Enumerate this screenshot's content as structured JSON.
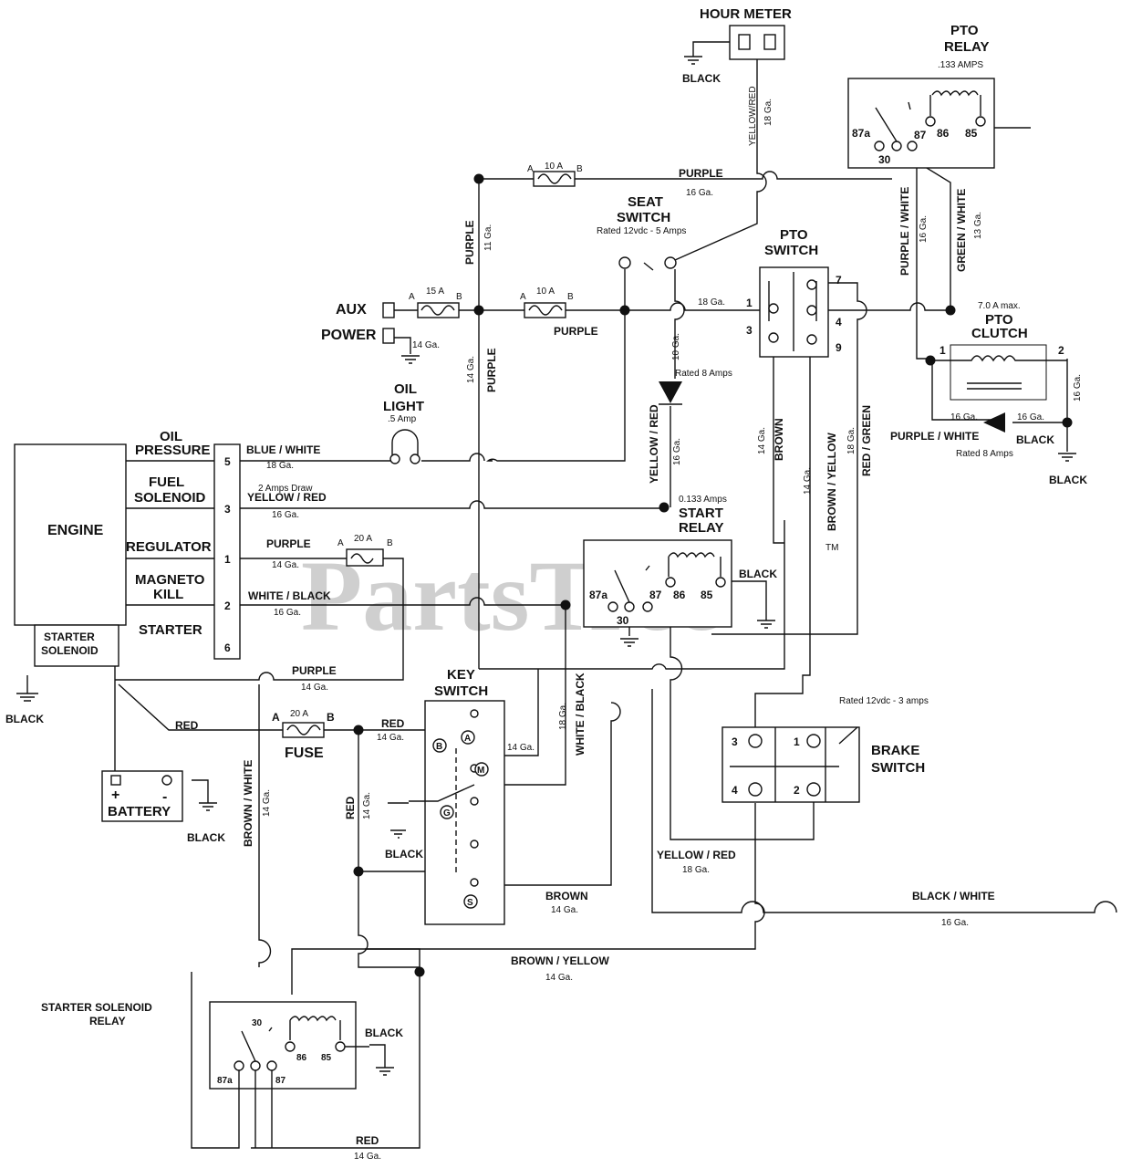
{
  "watermark": {
    "text": "PartsTree",
    "tm": "TM"
  },
  "components": {
    "hour_meter": "HOUR METER",
    "pto_relay": [
      "PTO",
      "RELAY"
    ],
    "pto_relay_amps": ".133 AMPS",
    "seat_switch": [
      "SEAT",
      "SWITCH"
    ],
    "seat_switch_rating": "Rated 12vdc - 5 Amps",
    "pto_switch": [
      "PTO",
      "SWITCH"
    ],
    "pto_clutch": [
      "PTO",
      "CLUTCH"
    ],
    "pto_clutch_amps": "7.0 A max.",
    "aux": "AUX",
    "power": "POWER",
    "oil_light": [
      "OIL",
      "LIGHT"
    ],
    "oil_light_amps": ".5 Amp",
    "engine": "ENGINE",
    "starter_solenoid": [
      "STARTER",
      "SOLENOID"
    ],
    "start_relay": [
      "START",
      "RELAY"
    ],
    "start_relay_amps": "0.133 Amps",
    "key_switch": [
      "KEY",
      "SWITCH"
    ],
    "brake_switch": [
      "BRAKE",
      "SWITCH"
    ],
    "brake_switch_rating": "Rated 12vdc - 3 amps",
    "battery": "BATTERY",
    "fuse": "FUSE",
    "starter_solenoid_relay": [
      "STARTER SOLENOID",
      "RELAY"
    ],
    "diode_rating": "Rated 8 Amps",
    "diode2_rating": "Rated 8 Amps"
  },
  "engine_terminals": [
    {
      "name": [
        "OIL",
        "PRESSURE"
      ],
      "pin": "5"
    },
    {
      "name": [
        "FUEL",
        "SOLENOID"
      ],
      "pin": "3"
    },
    {
      "name": [
        "REGULATOR"
      ],
      "pin": "1"
    },
    {
      "name": [
        "MAGNETO",
        "KILL"
      ],
      "pin": "2"
    },
    {
      "name": [
        "STARTER"
      ],
      "pin": "6"
    }
  ],
  "fuses": {
    "f10a_top": {
      "rating": "10 A",
      "a": "A",
      "b": "B"
    },
    "f15a": {
      "rating": "15 A",
      "a": "A",
      "b": "B"
    },
    "f10a_mid": {
      "rating": "10 A",
      "a": "A",
      "b": "B"
    },
    "f20a_reg": {
      "rating": "20 A",
      "a": "A",
      "b": "B"
    },
    "f20a_batt": {
      "rating": "20 A",
      "a": "A",
      "b": "B"
    }
  },
  "relay_pins": {
    "p87a": "87a",
    "p30": "30",
    "p87": "87",
    "p86": "86",
    "p85": "85"
  },
  "pto_switch_pins": {
    "p1": "1",
    "p3": "3",
    "p7": "7",
    "p4": "4",
    "p9": "9"
  },
  "pto_clutch_pins": {
    "p1": "1",
    "p2": "2"
  },
  "brake_pins": {
    "p3": "3",
    "p1": "1",
    "p4": "4",
    "p2": "2"
  },
  "key_pins": {
    "b": "B",
    "a": "A",
    "m": "M",
    "g": "G",
    "s": "S"
  },
  "battery_terms": {
    "plus": "+",
    "minus": "-"
  },
  "wires": {
    "black": "BLACK",
    "yellow_red_v": "YELLOW/RED",
    "ga18": "18 Ga.",
    "ga16": "16 Ga.",
    "ga14": "14 Ga.",
    "ga11": "11 Ga.",
    "ga10": "10 Ga.",
    "ga13": "13 Ga.",
    "purple": "PURPLE",
    "purple_white": "PURPLE / WHITE",
    "green_white": "GREEN / WHITE",
    "blue_white": "BLUE / WHITE",
    "draw_2a": "2 Amps Draw",
    "yellow_red": "YELLOW / RED",
    "white_black": "WHITE / BLACK",
    "red": "RED",
    "brown": "BROWN",
    "brown_yellow": "BROWN / YELLOW",
    "red_green": "RED / GREEN",
    "brown_white": "BROWN / WHITE",
    "black_white": "BLACK / WHITE"
  }
}
